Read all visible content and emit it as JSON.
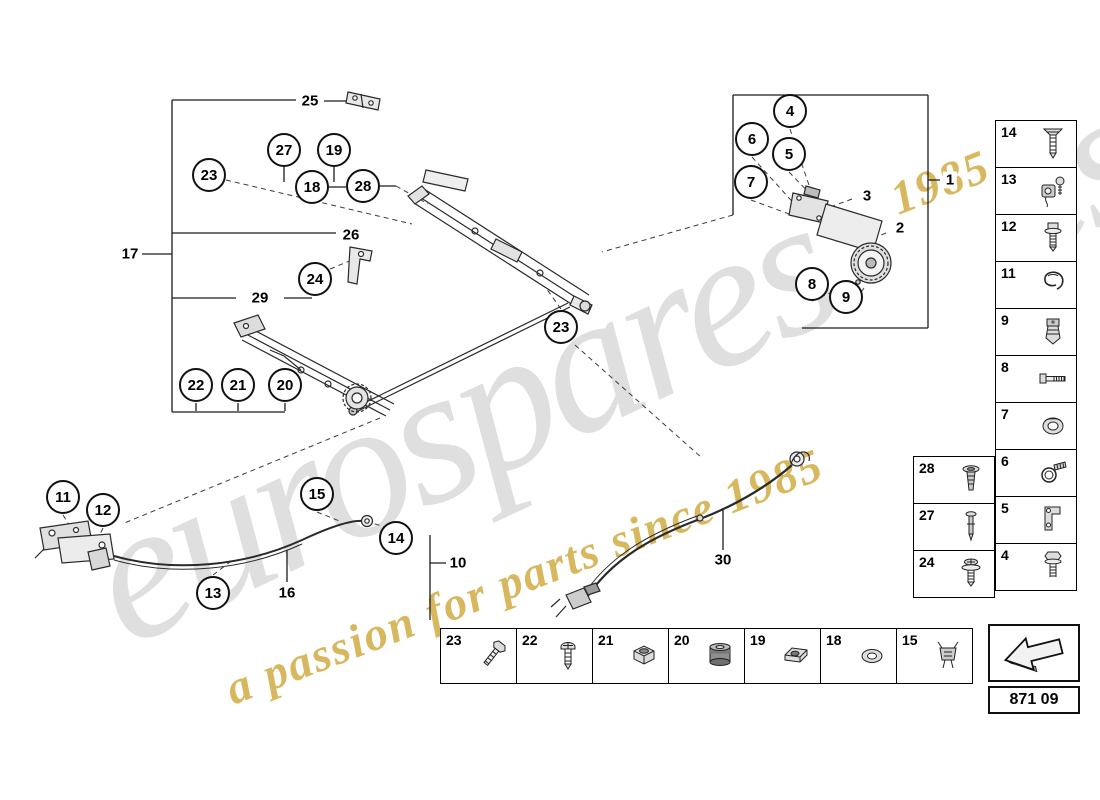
{
  "watermark": {
    "main": "eurospares",
    "tagline": "a passion for parts since 1985",
    "corner_main": "es",
    "corner_year": "1985",
    "gray_color": "#a0a0a0",
    "yellow_color": "#cea83a"
  },
  "diagram": {
    "description": "sliding roof mechanism exploded parts drawing",
    "circled_callouts": [
      "27",
      "19",
      "23",
      "18",
      "28",
      "24",
      "23",
      "22",
      "21",
      "20",
      "4",
      "6",
      "5",
      "7",
      "8",
      "9",
      "11",
      "12",
      "15",
      "14",
      "13"
    ],
    "plain_callouts": [
      "25",
      "26",
      "17",
      "29",
      "1",
      "3",
      "2",
      "10",
      "16",
      "30"
    ]
  },
  "legend_right": {
    "items": [
      {
        "num": "14",
        "icon": "countersunk-screw-icon"
      },
      {
        "num": "13",
        "icon": "sensor-clip-icon"
      },
      {
        "num": "12",
        "icon": "shoulder-bolt-icon"
      },
      {
        "num": "11",
        "icon": "u-clip-icon"
      },
      {
        "num": "9",
        "icon": "cable-clamp-icon"
      },
      {
        "num": "8",
        "icon": "long-bolt-icon"
      },
      {
        "num": "7",
        "icon": "grommet-icon"
      },
      {
        "num": "6",
        "icon": "hose-clamp-icon"
      },
      {
        "num": "5",
        "icon": "bracket-clip-icon"
      },
      {
        "num": "4",
        "icon": "flange-bolt-icon"
      }
    ]
  },
  "legend_mid": {
    "items": [
      {
        "num": "28",
        "icon": "expansion-rivet-icon"
      },
      {
        "num": "27",
        "icon": "pin-icon"
      },
      {
        "num": "24",
        "icon": "washer-screw-icon"
      }
    ]
  },
  "legend_bottom": {
    "items": [
      {
        "num": "23",
        "icon": "hex-bolt-icon"
      },
      {
        "num": "22",
        "icon": "pan-screw-icon"
      },
      {
        "num": "21",
        "icon": "hex-nut-icon"
      },
      {
        "num": "20",
        "icon": "rubber-damper-icon"
      },
      {
        "num": "19",
        "icon": "flange-nut-icon"
      },
      {
        "num": "18",
        "icon": "washer-icon"
      },
      {
        "num": "15",
        "icon": "cable-clip-icon"
      }
    ]
  },
  "footer": {
    "part_code": "871 09",
    "arrow_icon": "direction-arrow-icon"
  }
}
